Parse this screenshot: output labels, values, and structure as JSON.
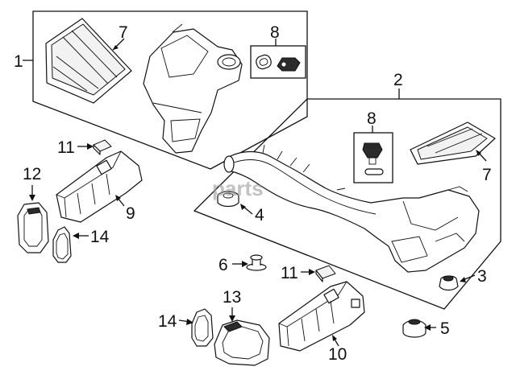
{
  "callouts": {
    "c1": "1",
    "c2": "2",
    "c3": "3",
    "c4": "4",
    "c5": "5",
    "c6": "6",
    "c7a": "7",
    "c7b": "7",
    "c8a": "8",
    "c8b": "8",
    "c9": "9",
    "c10": "10",
    "c11a": "11",
    "c11b": "11",
    "c12": "12",
    "c13": "13",
    "c14a": "14",
    "c14b": "14"
  },
  "watermark": "parts",
  "colors": {
    "line": "#111111",
    "watermark": "#9a9a9a"
  }
}
